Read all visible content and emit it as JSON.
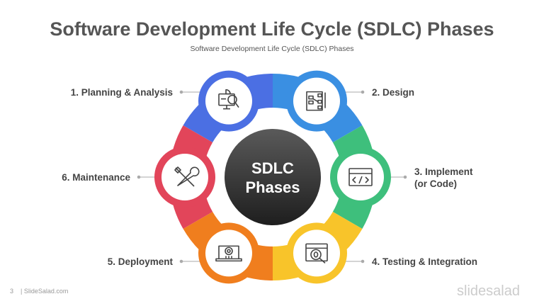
{
  "title": "Software Development Life Cycle (SDLC) Phases",
  "subtitle": "Software Development Life Cycle (SDLC) Phases",
  "center": {
    "line1": "SDLC",
    "line2": "Phases"
  },
  "phases": [
    {
      "label": "1. Planning & Analysis",
      "color": "#4b6fe3",
      "icon": "monitor-analysis-icon"
    },
    {
      "label": "2. Design",
      "color": "#3a8fe2",
      "icon": "flowchart-design-icon"
    },
    {
      "label": "3. Implement (or Code)",
      "color": "#3ebf7c",
      "icon": "code-window-icon"
    },
    {
      "label": "4. Testing & Integration",
      "color": "#f8c42a",
      "icon": "bug-search-icon"
    },
    {
      "label": "5. Deployment",
      "color": "#f07e1e",
      "icon": "laptop-gear-icon"
    },
    {
      "label": "6. Maintenance",
      "color": "#e2455a",
      "icon": "wrench-screwdriver-icon"
    }
  ],
  "footer": {
    "page": "3",
    "site": "| SlideSalad.com",
    "brand": "slidesalad"
  }
}
